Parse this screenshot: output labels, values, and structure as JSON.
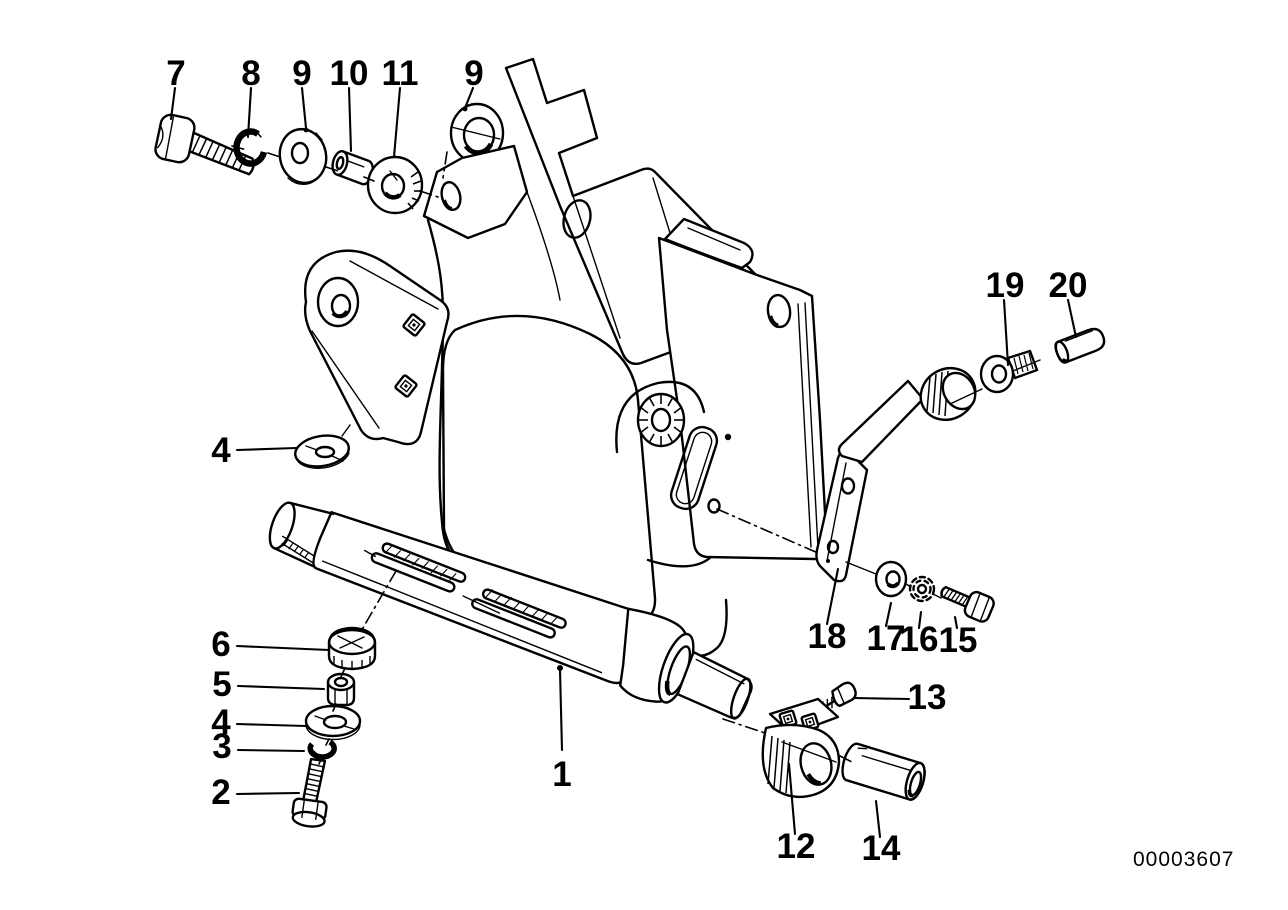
{
  "diagram": {
    "background": "#ffffff",
    "ink": "#000000",
    "drawing_number": "00003607",
    "callouts": [
      {
        "label": "7"
      },
      {
        "label": "8"
      },
      {
        "label": "9"
      },
      {
        "label": "10"
      },
      {
        "label": "11"
      },
      {
        "label": "9"
      },
      {
        "label": "4"
      },
      {
        "label": "6"
      },
      {
        "label": "5"
      },
      {
        "label": "4"
      },
      {
        "label": "3"
      },
      {
        "label": "2"
      },
      {
        "label": "1"
      },
      {
        "label": "12"
      },
      {
        "label": "14"
      },
      {
        "label": "13"
      },
      {
        "label": "18"
      },
      {
        "label": "17"
      },
      {
        "label": "16"
      },
      {
        "label": "15"
      },
      {
        "label": "19"
      },
      {
        "label": "20"
      }
    ]
  }
}
